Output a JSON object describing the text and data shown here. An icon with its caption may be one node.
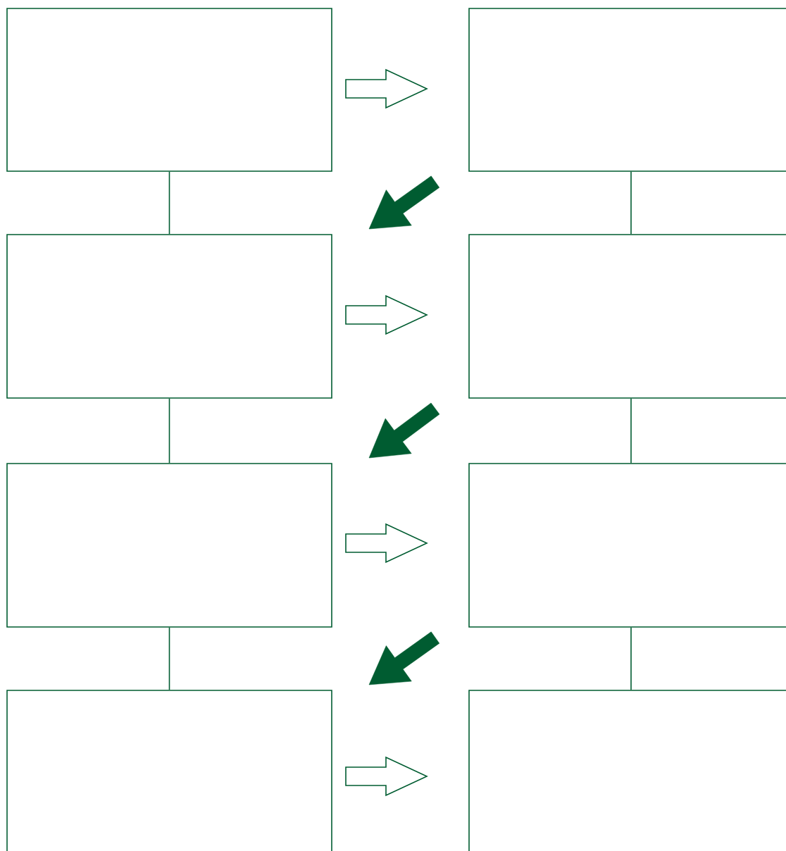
{
  "diagram": {
    "nodes": [
      {
        "text": [],
        "shape": "box"
      },
      {
        "text": [],
        "shape": "box"
      },
      {
        "text": [],
        "shape": "box"
      },
      {
        "text": [],
        "shape": "box"
      },
      {
        "text": [],
        "shape": "box"
      },
      {
        "text": [],
        "shape": "box"
      },
      {
        "text": [],
        "shape": "box"
      },
      {
        "text": [],
        "shape": "box"
      }
    ],
    "edges": [
      {
        "from": 0,
        "to": 1,
        "arrow": "to"
      },
      {
        "from": 1,
        "to": 2,
        "arrow": "to",
        "style": "thick"
      },
      {
        "from": 2,
        "to": 3,
        "arrow": "to"
      },
      {
        "from": 3,
        "to": 4,
        "arrow": "to",
        "style": "thick"
      },
      {
        "from": 4,
        "to": 5,
        "arrow": "to"
      },
      {
        "from": 5,
        "to": 6,
        "arrow": "to",
        "style": "thick"
      },
      {
        "from": 6,
        "to": 7,
        "arrow": "to"
      },
      {
        "from": 0,
        "to": 2,
        "arrow": "none"
      },
      {
        "from": 2,
        "to": 4,
        "arrow": "none"
      },
      {
        "from": 4,
        "to": 6,
        "arrow": "none"
      },
      {
        "from": 1,
        "to": 3,
        "arrow": "none"
      },
      {
        "from": 3,
        "to": 5,
        "arrow": "none"
      },
      {
        "from": 5,
        "to": 7,
        "arrow": "none"
      }
    ]
  }
}
